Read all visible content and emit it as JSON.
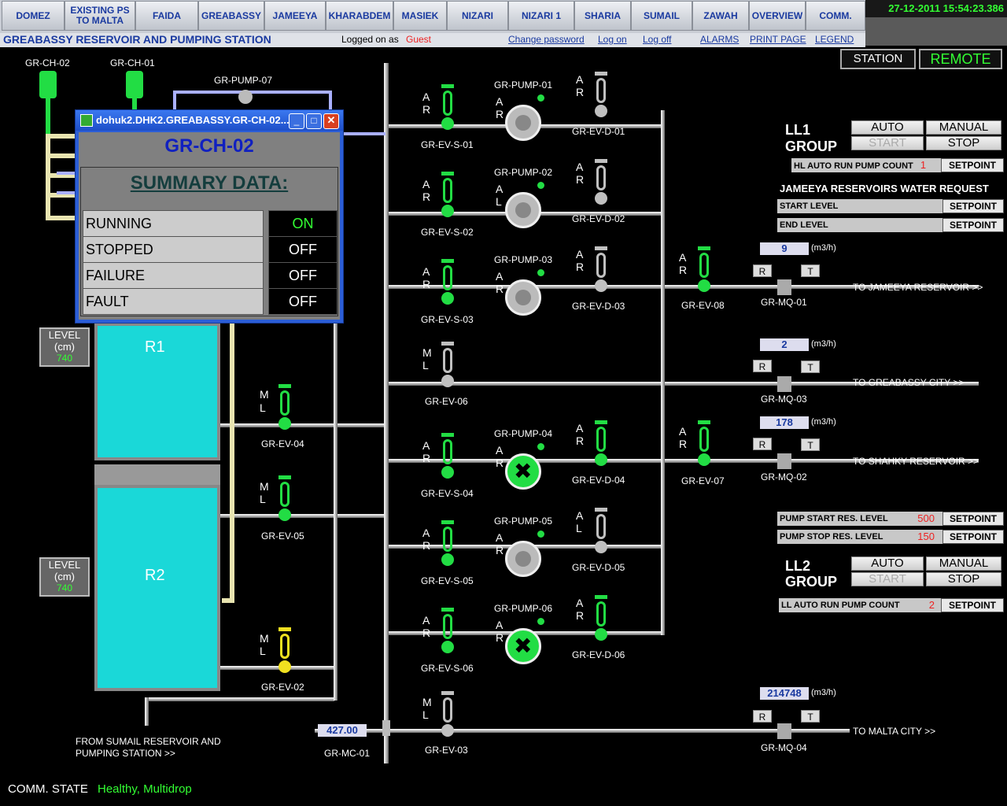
{
  "nav": {
    "items": [
      "DOMEZ",
      "EXISTING PS TO MALTA",
      "FAIDA",
      "GREABASSY",
      "JAMEEYA",
      "KHARABDEM",
      "MASIEK",
      "NIZARI",
      "NIZARI 1",
      "SHARIA",
      "SUMAIL",
      "ZAWAH",
      "OVERVIEW",
      "COMM."
    ],
    "datetime": "27-12-2011 15:54:23.386"
  },
  "subbar": {
    "title": "GREABASSY RESERVOIR AND PUMPING STATION",
    "logged_on_as": "Logged on as",
    "user": "Guest",
    "change_password": "Change password",
    "log_on": "Log on",
    "log_off": "Log off",
    "alarms": "ALARMS",
    "print_page": "PRINT PAGE",
    "legend": "LEGEND"
  },
  "mode": {
    "station": "STATION",
    "remote": "REMOTE"
  },
  "popup": {
    "title": "dohuk2.DHK2.GREABASSY.GR-CH-02....",
    "heading": "GR-CH-02",
    "summary": "SUMMARY DATA:",
    "rows": [
      {
        "label": "RUNNING",
        "value": "ON"
      },
      {
        "label": "STOPPED",
        "value": "OFF"
      },
      {
        "label": "FAILURE",
        "value": "OFF"
      },
      {
        "label": "FAULT",
        "value": "OFF"
      }
    ]
  },
  "labels": {
    "ch02": "GR-CH-02",
    "ch01": "GR-CH-01",
    "pump07": "GR-PUMP-07",
    "r1": "R1",
    "r2": "R2",
    "level_title": "LEVEL",
    "level_unit": "(cm)",
    "level_r1": "740",
    "level_r2": "740",
    "ev04": "GR-EV-04",
    "ev05": "GR-EV-05",
    "ev02": "GR-EV-02",
    "from_sumail_1": "FROM SUMAIL RESERVOIR AND",
    "from_sumail_2": "PUMPING STATION >>",
    "mc01_value": "427.00",
    "mc01": "GR-MC-01",
    "ev03": "GR-EV-03",
    "ev06": "GR-EV-06",
    "ev08": "GR-EV-08",
    "ev07": "GR-EV-07",
    "comm_state": "COMM. STATE",
    "comm_value": "Healthy, Multidrop",
    "ar": "A",
    "r": "R",
    "m": "M",
    "l": "L"
  },
  "pump_rows": [
    {
      "pump": "GR-PUMP-01",
      "evs": "GR-EV-S-01",
      "evd": "GR-EV-D-01",
      "mode2": "R"
    },
    {
      "pump": "GR-PUMP-02",
      "evs": "GR-EV-S-02",
      "evd": "GR-EV-D-02",
      "mode2": "L"
    },
    {
      "pump": "GR-PUMP-03",
      "evs": "GR-EV-S-03",
      "evd": "GR-EV-D-03",
      "mode2": "R"
    },
    {
      "pump": "GR-PUMP-04",
      "evs": "GR-EV-S-04",
      "evd": "GR-EV-D-04",
      "mode2": "R"
    },
    {
      "pump": "GR-PUMP-05",
      "evs": "GR-EV-S-05",
      "evd": "GR-EV-D-05",
      "mode2": "R"
    },
    {
      "pump": "GR-PUMP-06",
      "evs": "GR-EV-S-06",
      "evd": "GR-EV-D-06",
      "mode2": "R"
    }
  ],
  "meters": [
    {
      "id": "GR-MQ-01",
      "value": "9",
      "unit": "(m3/h)",
      "dest": "TO JAMEEYA RESERVOIR >>"
    },
    {
      "id": "GR-MQ-03",
      "value": "2",
      "unit": "(m3/h)",
      "dest": "TO GREABASSY CITY >>"
    },
    {
      "id": "GR-MQ-02",
      "value": "178",
      "unit": "(m3/h)",
      "dest": "TO SHAHKY RESERVOIR >>"
    },
    {
      "id": "GR-MQ-04",
      "value": "214748",
      "unit": "(m3/h)",
      "dest": "TO MALTA CITY >>"
    }
  ],
  "rt": {
    "r": "R",
    "t": "T"
  },
  "ll1": {
    "group1": "LL1",
    "group2": "GROUP",
    "auto": "AUTO",
    "manual": "MANUAL",
    "start": "START",
    "stop": "STOP",
    "hl_label": "HL AUTO RUN PUMP COUNT",
    "hl_value": "1",
    "setpoint": "SETPOINT"
  },
  "jameeya": {
    "title": "JAMEEYA RESERVOIRS WATER REQUEST",
    "start_level": "START LEVEL",
    "end_level": "END LEVEL",
    "setpoint": "SETPOINT"
  },
  "pump_levels": {
    "start_label": "PUMP START RES. LEVEL",
    "start_value": "500",
    "stop_label": "PUMP STOP RES. LEVEL",
    "stop_value": "150",
    "setpoint": "SETPOINT"
  },
  "ll2": {
    "group1": "LL2",
    "group2": "GROUP",
    "auto": "AUTO",
    "manual": "MANUAL",
    "start": "START",
    "stop": "STOP",
    "ll_label": "LL AUTO RUN PUMP COUNT",
    "ll_value": "2",
    "setpoint": "SETPOINT"
  },
  "colors": {
    "valve_green": "#22dd44",
    "valve_yellow": "#f0e020",
    "valve_grey": "#c0c0c0",
    "tank": "#1ad8d8",
    "link_blue": "#1a3aa0"
  }
}
